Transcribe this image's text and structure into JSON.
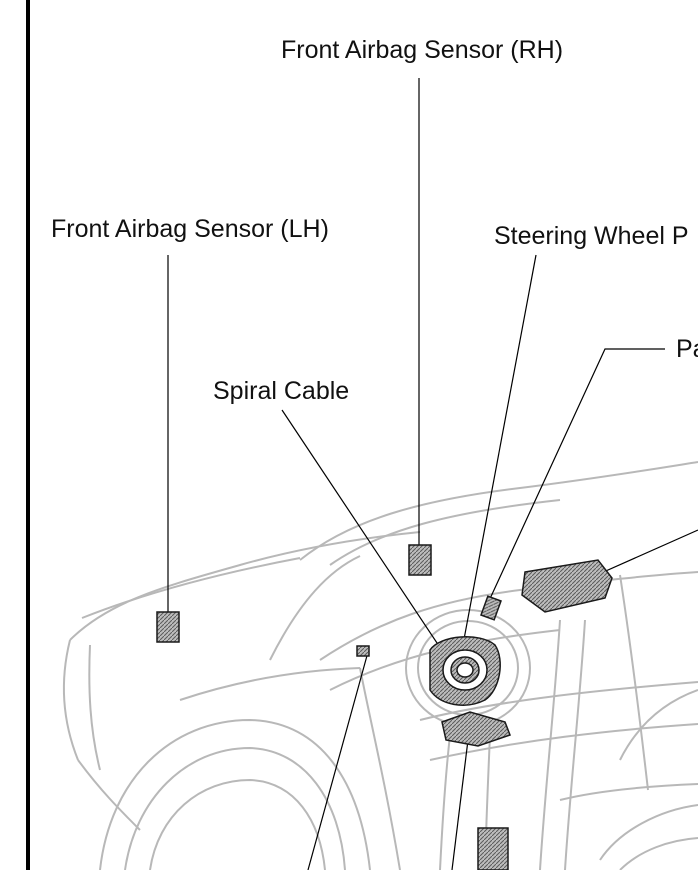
{
  "labels": {
    "front_airbag_sensor_rh": "Front Airbag Sensor (RH)",
    "front_airbag_sensor_lh": "Front Airbag Sensor (LH)",
    "steering_wheel_partial": "Steering Wheel P",
    "spiral_cable": "Spiral Cable",
    "passenger_partial": "Pa"
  },
  "colors": {
    "line": "#000000",
    "outline": "#b8b8b8",
    "component_fill": "#a9a9a9"
  }
}
